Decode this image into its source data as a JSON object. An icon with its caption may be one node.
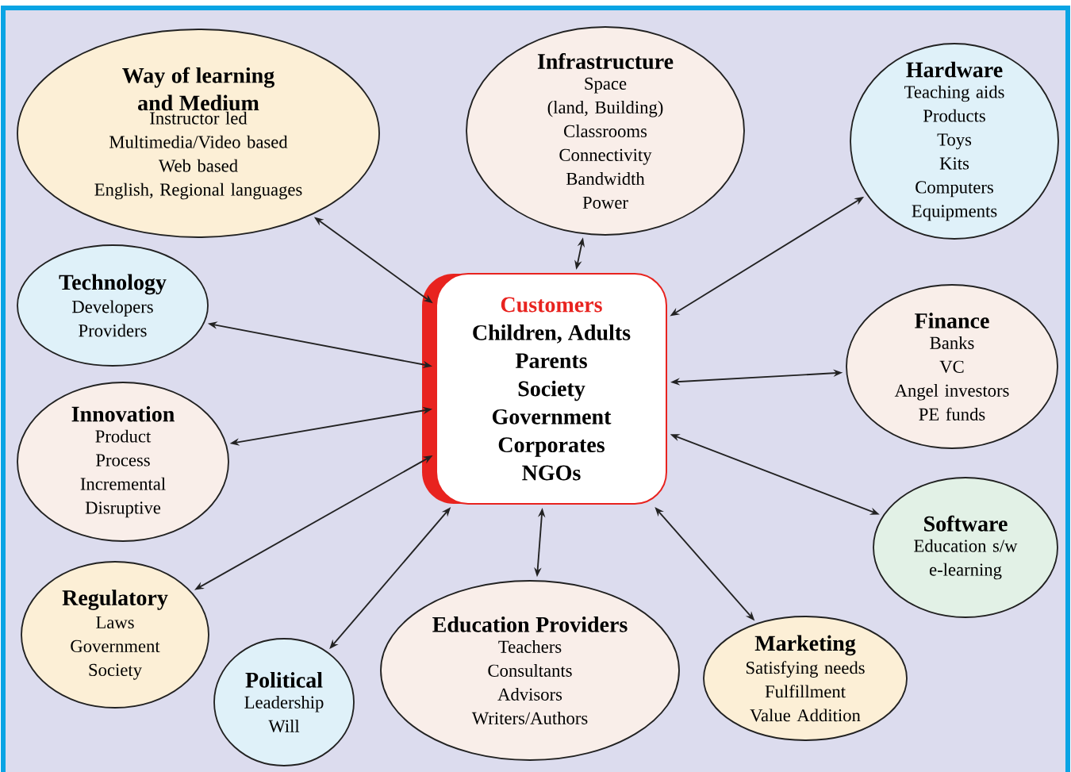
{
  "diagram": {
    "nodes": [
      {
        "text": [
          "Way of learning and Medium",
          "Instructor led",
          "Multimedia/Video based",
          "Web based",
          "English, Regional languages"
        ]
      },
      {
        "text": [
          "Infrastructure",
          "Space",
          "(land, Building)",
          "Classrooms",
          "Connectivity",
          "Bandwidth",
          "Power"
        ]
      },
      {
        "text": [
          "Hardware",
          "Teaching aids",
          "Products",
          "Toys",
          "Kits",
          "Computers",
          "Equipments"
        ]
      },
      {
        "text": [
          "Technology",
          "Developers",
          "Providers"
        ]
      },
      {
        "text": [
          "Customers",
          "Children, Adults",
          "Parents",
          "Society",
          "Government",
          "Corporates",
          "NGOs"
        ]
      },
      {
        "text": [
          "Finance",
          "Banks",
          "VC",
          "Angel investors",
          "PE funds"
        ]
      },
      {
        "text": [
          "Innovation",
          "Product",
          "Process",
          "Incremental",
          "Disruptive"
        ]
      },
      {
        "text": [
          "Software",
          "Education s/w",
          "e-learning"
        ]
      },
      {
        "text": [
          "Regulatory",
          "Laws",
          "Government",
          "Society"
        ]
      },
      {
        "text": [
          "Political",
          "Leadership",
          "Will"
        ]
      },
      {
        "text": [
          "Education Providers",
          "Teachers",
          "Consultants",
          "Advisors",
          "Writers/Authors"
        ]
      },
      {
        "text": [
          "Marketing",
          "Satisfying needs",
          "Fulfillment",
          "Value Addition"
        ]
      }
    ],
    "edges": [
      {
        "from": 4,
        "to": 0,
        "arrow": "both"
      },
      {
        "from": 4,
        "to": 1,
        "arrow": "both"
      },
      {
        "from": 4,
        "to": 2,
        "arrow": "both"
      },
      {
        "from": 4,
        "to": 3,
        "arrow": "both"
      },
      {
        "from": 4,
        "to": 5,
        "arrow": "both"
      },
      {
        "from": 4,
        "to": 6,
        "arrow": "both"
      },
      {
        "from": 4,
        "to": 7,
        "arrow": "both"
      },
      {
        "from": 4,
        "to": 8,
        "arrow": "both"
      },
      {
        "from": 4,
        "to": 9,
        "arrow": "both"
      },
      {
        "from": 4,
        "to": 10,
        "arrow": "both"
      },
      {
        "from": 4,
        "to": 11,
        "arrow": "both"
      }
    ]
  }
}
